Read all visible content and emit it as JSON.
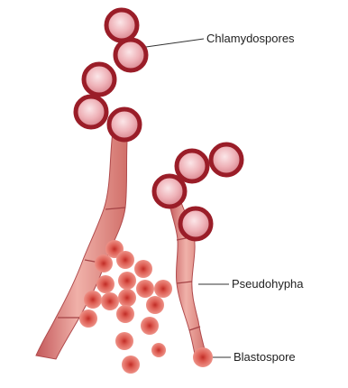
{
  "labels": {
    "chlamydospores": "Chlamydospores",
    "pseudohypha": "Pseudohypha",
    "blastospore": "Blastospore"
  },
  "colors": {
    "hypha_fill": "#e08a82",
    "hypha_shade": "#c2585a",
    "hypha_light": "#f2c2bb",
    "spore_ring": "#9a1d28",
    "spore_inner": "#f4c4c8",
    "blasto_fill": "#e46a5e",
    "blasto_center": "#c93b32",
    "leader": "#333333"
  }
}
